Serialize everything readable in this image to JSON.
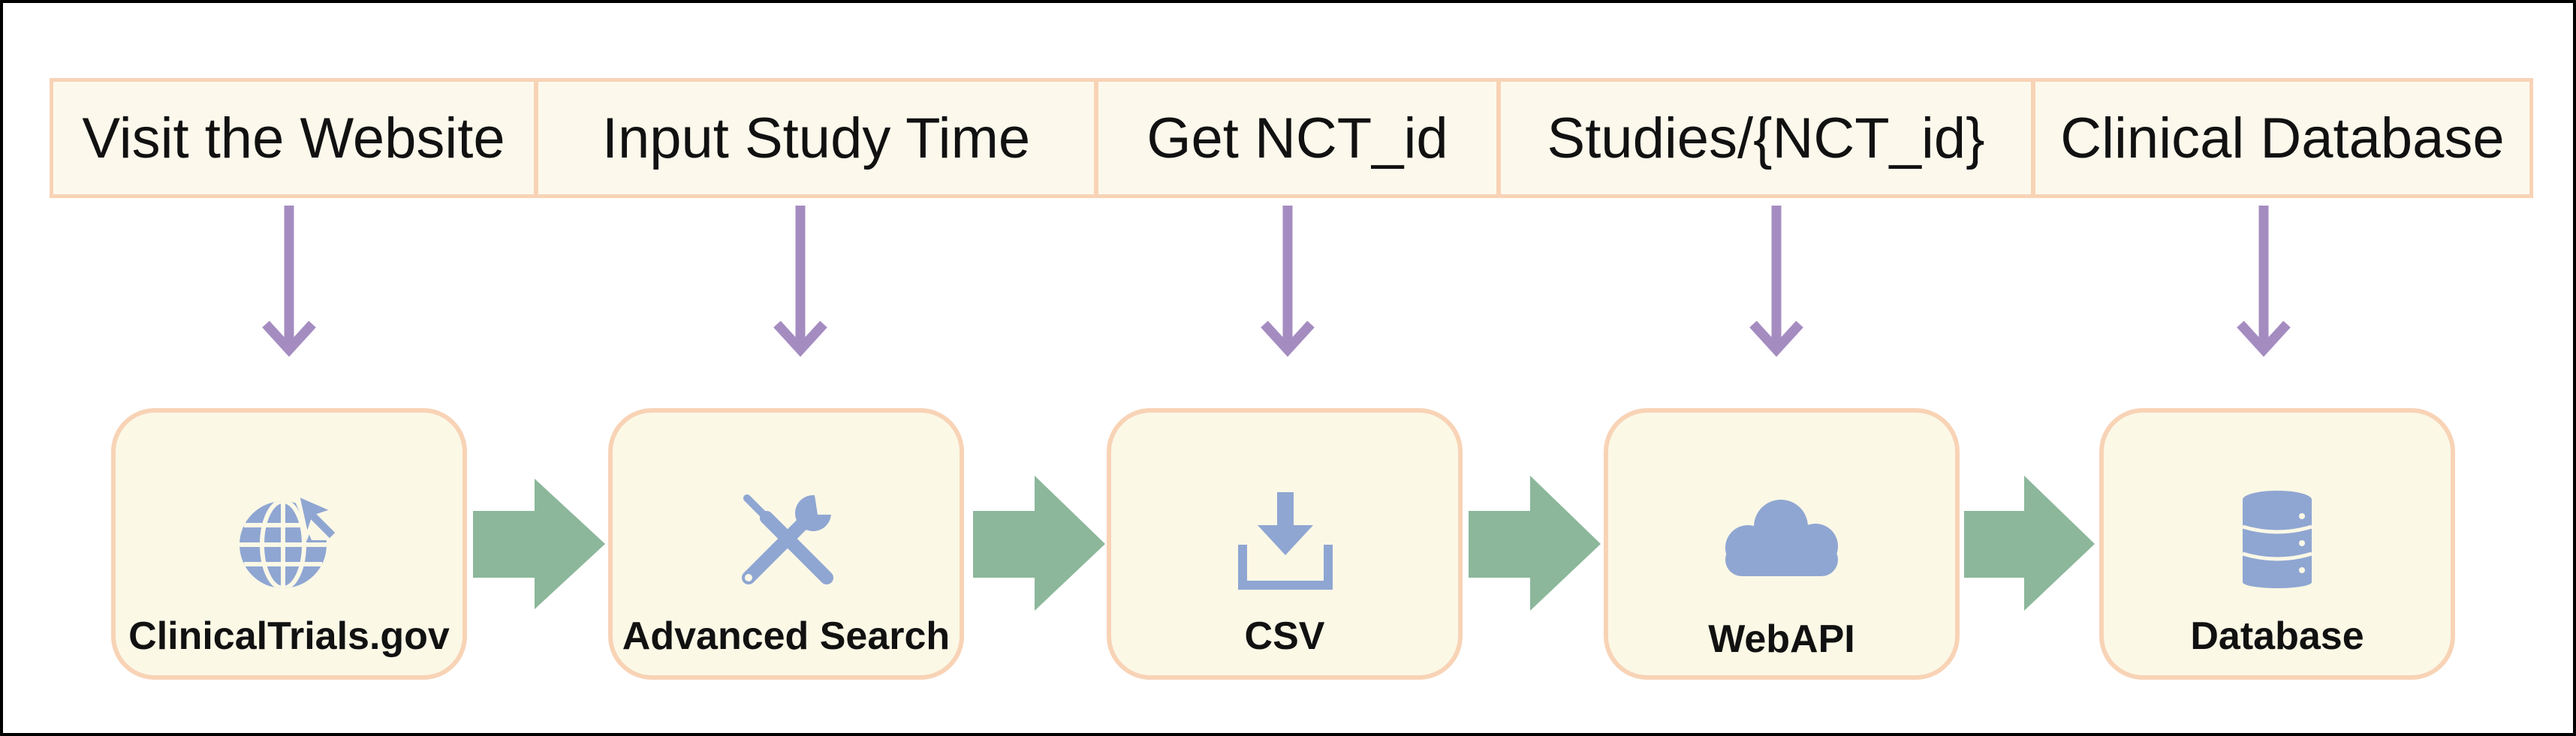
{
  "colors": {
    "border": "#000000",
    "box_fill": "#fcf9ec",
    "box_border": "#f8d3b6",
    "down_arrow": "#a58cc0",
    "flow_arrow": "#8cb79b",
    "icon": "#8fa6d2"
  },
  "steps": [
    {
      "label": "Visit the Website"
    },
    {
      "label": "Input Study Time"
    },
    {
      "label": "Get NCT_id"
    },
    {
      "label": "Studies/{NCT_id}"
    },
    {
      "label": "Clinical Database"
    }
  ],
  "nodes": [
    {
      "label": "ClinicalTrials.gov",
      "icon": "globe-cursor-icon"
    },
    {
      "label": "Advanced Search",
      "icon": "tools-icon"
    },
    {
      "label": "CSV",
      "icon": "download-icon"
    },
    {
      "label": "WebAPI",
      "icon": "cloud-icon"
    },
    {
      "label": "Database",
      "icon": "database-icon"
    }
  ]
}
